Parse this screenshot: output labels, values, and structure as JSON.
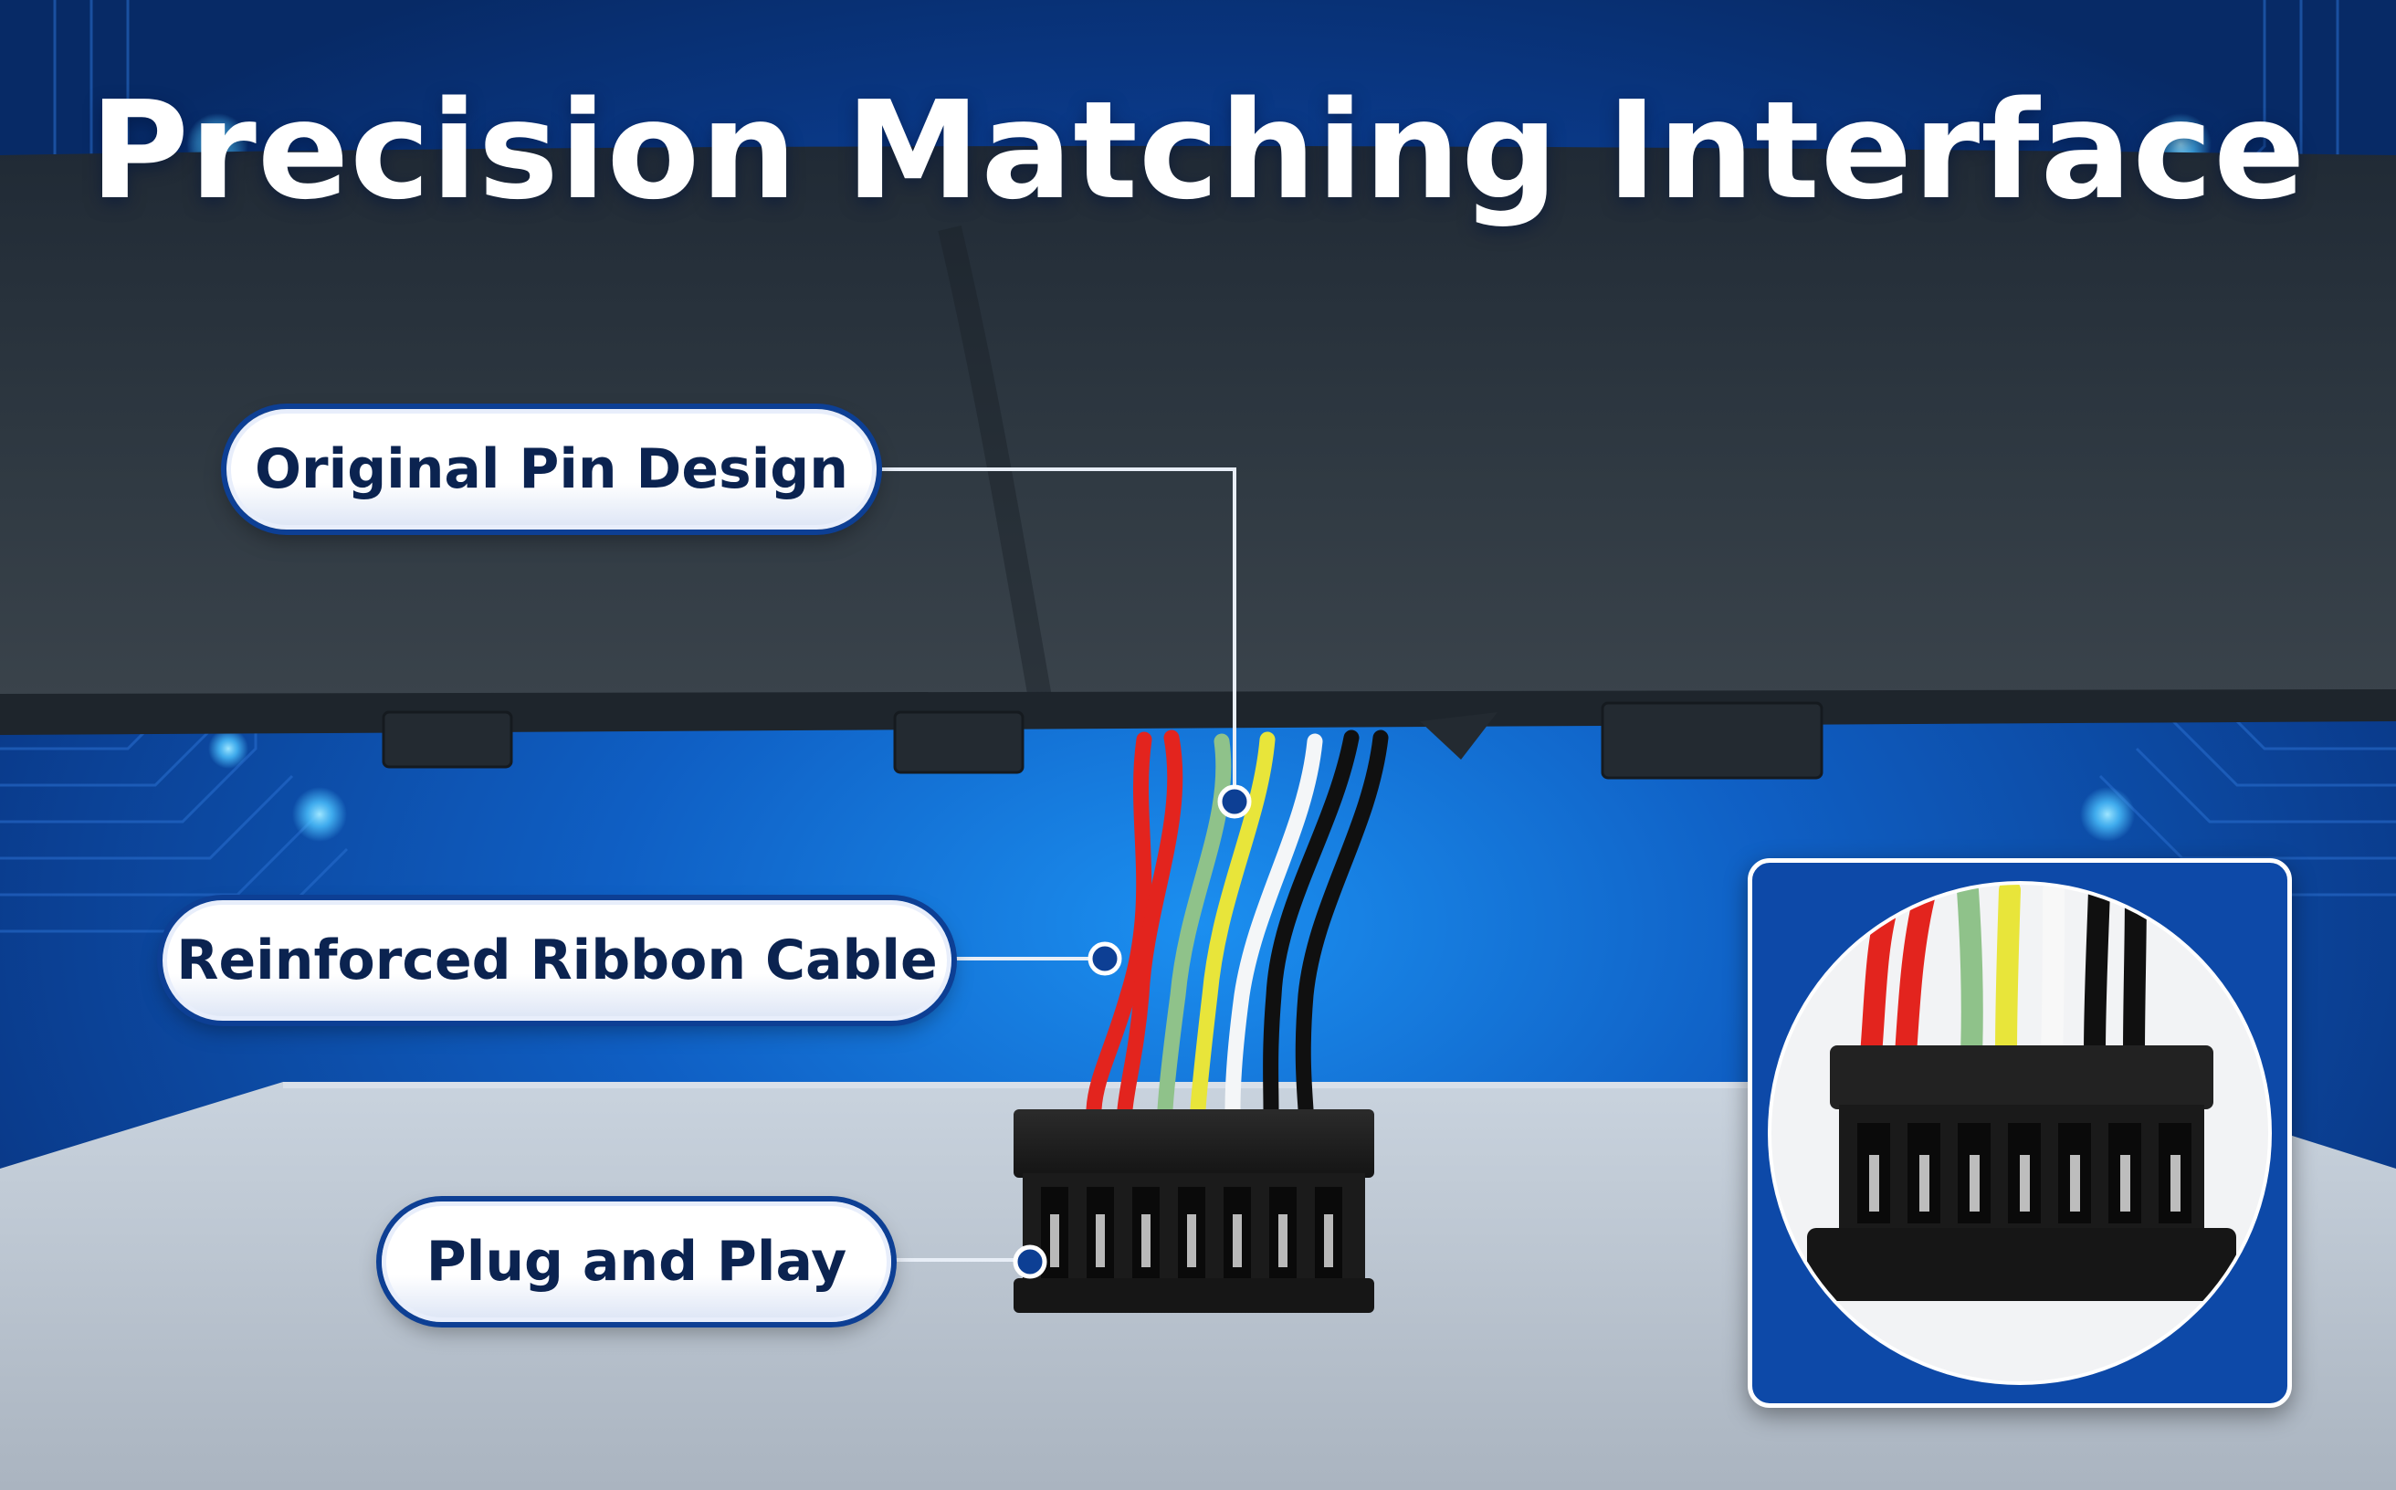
{
  "title": "Precision Matching Interface",
  "callouts": {
    "pin": "Original Pin Design",
    "cable": "Reinforced Ribbon Cable",
    "plug": "Plug and Play"
  },
  "colors": {
    "background_blue": "#0a3a8a",
    "pill_text": "#0b2350",
    "wire_red": "#e3241e",
    "wire_green": "#8fc28a",
    "wire_yellow": "#e8e53a",
    "wire_white": "#f4f6f8",
    "wire_black": "#101010"
  }
}
